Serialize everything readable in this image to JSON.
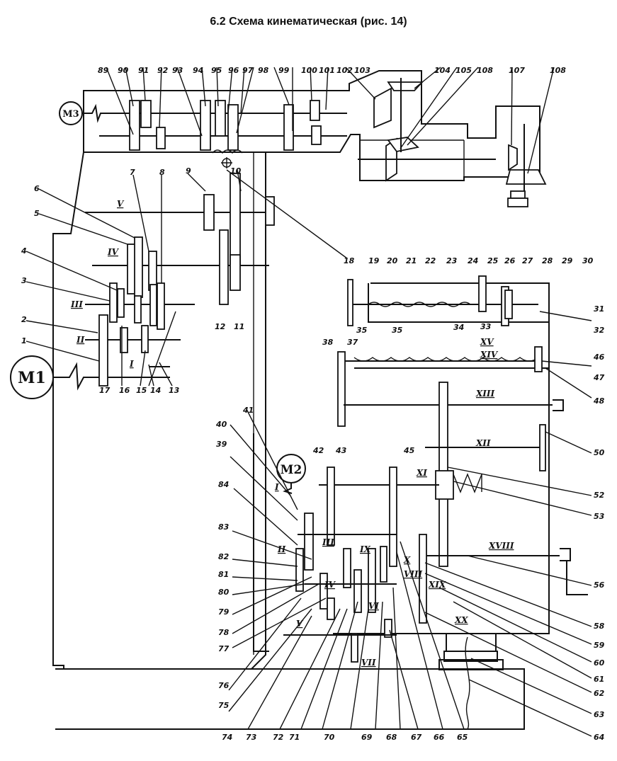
{
  "title": "6.2  Схема кинематическая (рис. 14)",
  "colors": {
    "ink": "#111111",
    "paper": "#ffffff",
    "shade": "#bbbbbb"
  },
  "motors": {
    "m1": "M1",
    "m2": "M2",
    "m3": "M3"
  },
  "shafts": {
    "I": "I",
    "II": "II",
    "III": "III",
    "IV": "IV",
    "V": "V",
    "II_feed": "II",
    "III_feed": "III",
    "IV_feed": "IV",
    "V_feed": "V",
    "VI": "VI",
    "VII": "VII",
    "VIII": "VIII",
    "IX": "IX",
    "X": "X",
    "XI": "XI",
    "XII": "XII",
    "XIII": "XIII",
    "XIV": "XIV",
    "XV": "XV",
    "XVIII": "XVIII",
    "XIX": "XIX",
    "XX": "XX",
    "I_feed": "I"
  },
  "callouts": [
    {
      "id": "1",
      "label": "1"
    },
    {
      "id": "2",
      "label": "2"
    },
    {
      "id": "3",
      "label": "3"
    },
    {
      "id": "4",
      "label": "4"
    },
    {
      "id": "5",
      "label": "5"
    },
    {
      "id": "6",
      "label": "6"
    },
    {
      "id": "7",
      "label": "7"
    },
    {
      "id": "8",
      "label": "8"
    },
    {
      "id": "9",
      "label": "9"
    },
    {
      "id": "10",
      "label": "10"
    },
    {
      "id": "11",
      "label": "11"
    },
    {
      "id": "12",
      "label": "12"
    },
    {
      "id": "13",
      "label": "13"
    },
    {
      "id": "14",
      "label": "14"
    },
    {
      "id": "15",
      "label": "15"
    },
    {
      "id": "16",
      "label": "16"
    },
    {
      "id": "17",
      "label": "17"
    },
    {
      "id": "18",
      "label": "18"
    },
    {
      "id": "19",
      "label": "19"
    },
    {
      "id": "20",
      "label": "20"
    },
    {
      "id": "21",
      "label": "21"
    },
    {
      "id": "22",
      "label": "22"
    },
    {
      "id": "23",
      "label": "23"
    },
    {
      "id": "24",
      "label": "24"
    },
    {
      "id": "25",
      "label": "25"
    },
    {
      "id": "26",
      "label": "26"
    },
    {
      "id": "27",
      "label": "27"
    },
    {
      "id": "28",
      "label": "28"
    },
    {
      "id": "29",
      "label": "29"
    },
    {
      "id": "30",
      "label": "30"
    },
    {
      "id": "31",
      "label": "31"
    },
    {
      "id": "32",
      "label": "32"
    },
    {
      "id": "33",
      "label": "33"
    },
    {
      "id": "34",
      "label": "34"
    },
    {
      "id": "35a",
      "label": "35"
    },
    {
      "id": "35b",
      "label": "35"
    },
    {
      "id": "37",
      "label": "37"
    },
    {
      "id": "38",
      "label": "38"
    },
    {
      "id": "39",
      "label": "39"
    },
    {
      "id": "40",
      "label": "40"
    },
    {
      "id": "41",
      "label": "41"
    },
    {
      "id": "42",
      "label": "42"
    },
    {
      "id": "43",
      "label": "43"
    },
    {
      "id": "45",
      "label": "45"
    },
    {
      "id": "46",
      "label": "46"
    },
    {
      "id": "47",
      "label": "47"
    },
    {
      "id": "48",
      "label": "48"
    },
    {
      "id": "50",
      "label": "50"
    },
    {
      "id": "52",
      "label": "52"
    },
    {
      "id": "53",
      "label": "53"
    },
    {
      "id": "56",
      "label": "56"
    },
    {
      "id": "58",
      "label": "58"
    },
    {
      "id": "59",
      "label": "59"
    },
    {
      "id": "60",
      "label": "60"
    },
    {
      "id": "61",
      "label": "61"
    },
    {
      "id": "62",
      "label": "62"
    },
    {
      "id": "63",
      "label": "63"
    },
    {
      "id": "64",
      "label": "64"
    },
    {
      "id": "65",
      "label": "65"
    },
    {
      "id": "66",
      "label": "66"
    },
    {
      "id": "67",
      "label": "67"
    },
    {
      "id": "68",
      "label": "68"
    },
    {
      "id": "69",
      "label": "69"
    },
    {
      "id": "70",
      "label": "70"
    },
    {
      "id": "71",
      "label": "71"
    },
    {
      "id": "72",
      "label": "72"
    },
    {
      "id": "73",
      "label": "73"
    },
    {
      "id": "74",
      "label": "74"
    },
    {
      "id": "75",
      "label": "75"
    },
    {
      "id": "76",
      "label": "76"
    },
    {
      "id": "77",
      "label": "77"
    },
    {
      "id": "78",
      "label": "78"
    },
    {
      "id": "79",
      "label": "79"
    },
    {
      "id": "80",
      "label": "80"
    },
    {
      "id": "81",
      "label": "81"
    },
    {
      "id": "82",
      "label": "82"
    },
    {
      "id": "83",
      "label": "83"
    },
    {
      "id": "84",
      "label": "84"
    },
    {
      "id": "89",
      "label": "89"
    },
    {
      "id": "90",
      "label": "90"
    },
    {
      "id": "91",
      "label": "91"
    },
    {
      "id": "92",
      "label": "92"
    },
    {
      "id": "93",
      "label": "93"
    },
    {
      "id": "94",
      "label": "94"
    },
    {
      "id": "95",
      "label": "95"
    },
    {
      "id": "96",
      "label": "96"
    },
    {
      "id": "97",
      "label": "97"
    },
    {
      "id": "98",
      "label": "98"
    },
    {
      "id": "99",
      "label": "99"
    },
    {
      "id": "100",
      "label": "100"
    },
    {
      "id": "101",
      "label": "101"
    },
    {
      "id": "102",
      "label": "102"
    },
    {
      "id": "103",
      "label": "103"
    },
    {
      "id": "104",
      "label": "104"
    },
    {
      "id": "105",
      "label": "105"
    },
    {
      "id": "106",
      "label": "108"
    },
    {
      "id": "107",
      "label": "107"
    },
    {
      "id": "108",
      "label": "108"
    }
  ]
}
